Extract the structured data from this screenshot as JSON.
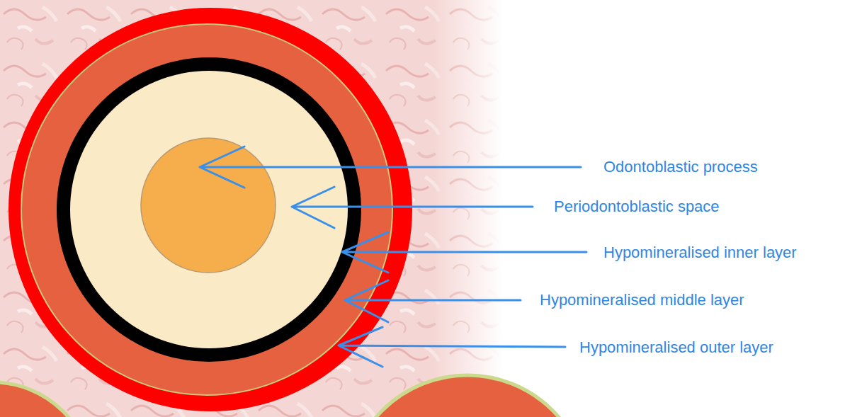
{
  "diagram": {
    "labels": [
      "Odontoblastic process",
      "Periodontoblastic space",
      "Hypomineralised inner layer",
      "Hypomineralised middle layer",
      "Hypomineralised outer layer"
    ]
  }
}
